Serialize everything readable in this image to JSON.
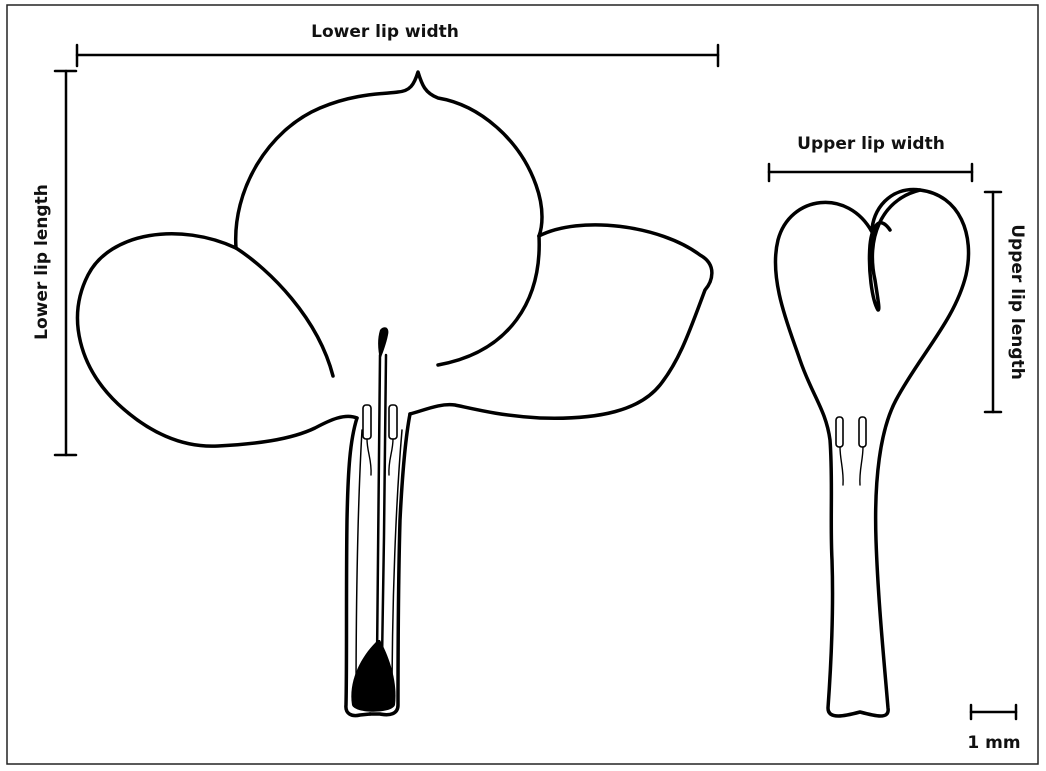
{
  "figure": {
    "labels": {
      "lower_lip_width": "Lower lip width",
      "lower_lip_length": "Lower lip length",
      "upper_lip_width": "Upper lip width",
      "upper_lip_length": "Upper lip length",
      "scale_bar": "1 mm"
    },
    "colors": {
      "line": "#000000",
      "background": "#ffffff",
      "frame": "#222222"
    }
  }
}
